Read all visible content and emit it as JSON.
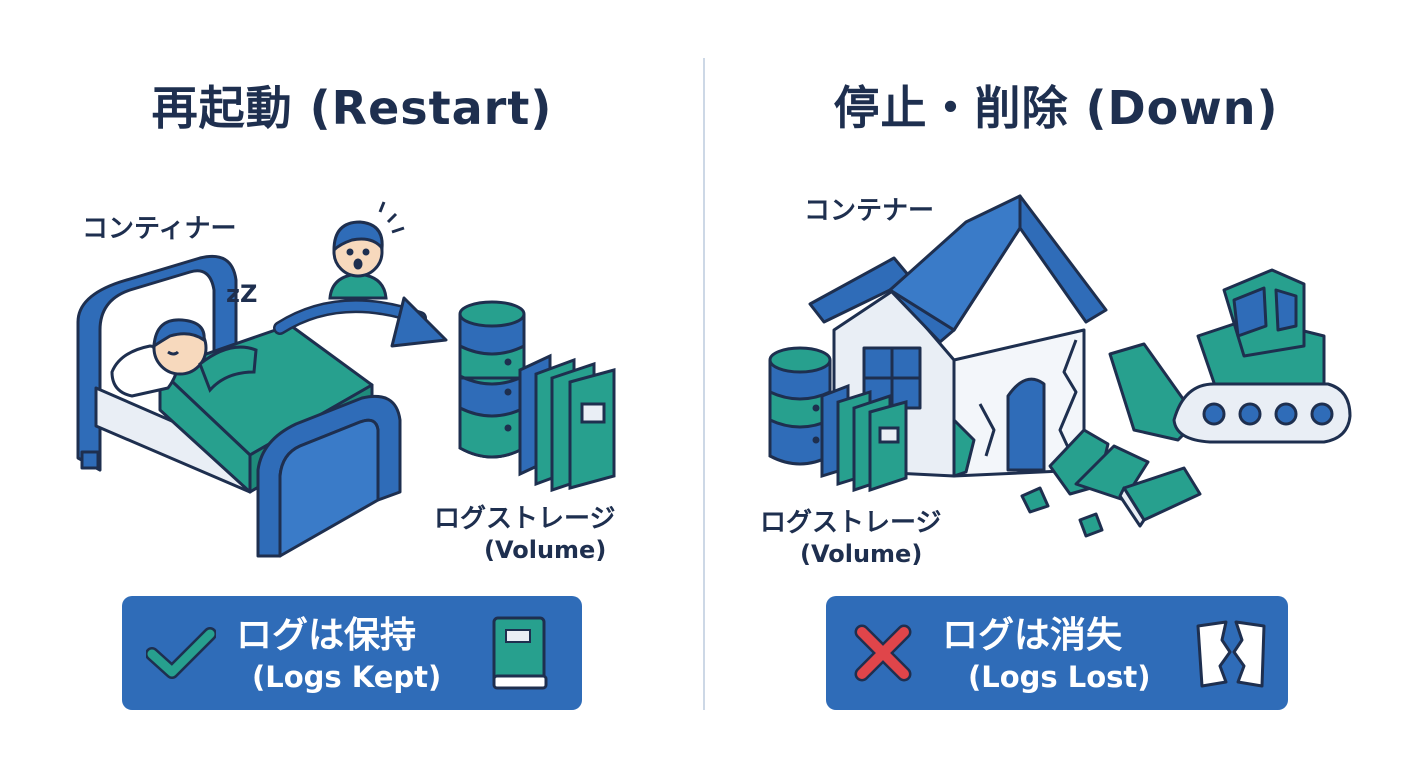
{
  "colors": {
    "navy": "#1e2f4f",
    "blue": "#2f6cb8",
    "teal": "#27a08e",
    "check": "#27a08e",
    "cross": "#e0454a",
    "divider": "#cdd8e6"
  },
  "restart": {
    "title": "再起動 (Restart)",
    "container_label": "コンティナー",
    "zz": "zZ",
    "storage_label": "ログストレージ",
    "storage_sub": "(Volume)",
    "banner_main": "ログは保持",
    "banner_sub": "(Logs Kept)",
    "banner_icon": "checkmark-icon",
    "banner_side_icon": "book-icon"
  },
  "down": {
    "title": "停止・削除 (Down)",
    "container_label": "コンテナー",
    "storage_label": "ログストレージ",
    "storage_sub": "(Volume)",
    "banner_main": "ログは消失",
    "banner_sub": "(Logs Lost)",
    "banner_icon": "cross-icon",
    "banner_side_icon": "torn-page-icon"
  }
}
